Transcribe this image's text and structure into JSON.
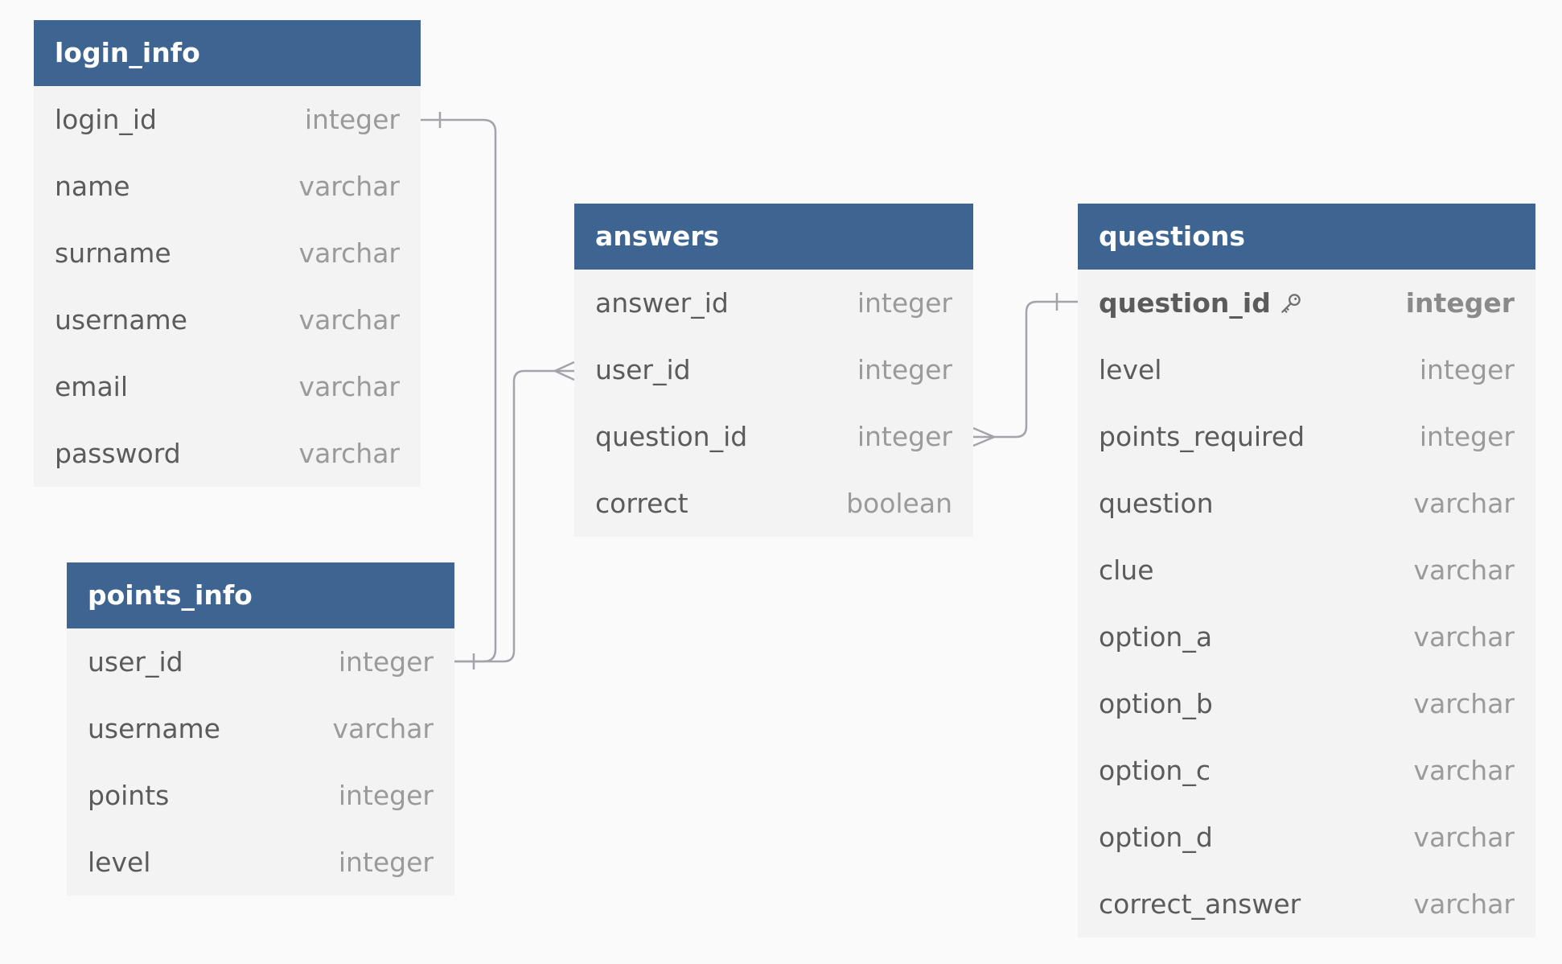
{
  "tables": {
    "login_info": {
      "name": "login_info",
      "columns": [
        {
          "name": "login_id",
          "type": "integer"
        },
        {
          "name": "name",
          "type": "varchar"
        },
        {
          "name": "surname",
          "type": "varchar"
        },
        {
          "name": "username",
          "type": "varchar"
        },
        {
          "name": "email",
          "type": "varchar"
        },
        {
          "name": "password",
          "type": "varchar"
        }
      ]
    },
    "points_info": {
      "name": "points_info",
      "columns": [
        {
          "name": "user_id",
          "type": "integer"
        },
        {
          "name": "username",
          "type": "varchar"
        },
        {
          "name": "points",
          "type": "integer"
        },
        {
          "name": "level",
          "type": "integer"
        }
      ]
    },
    "answers": {
      "name": "answers",
      "columns": [
        {
          "name": "answer_id",
          "type": "integer"
        },
        {
          "name": "user_id",
          "type": "integer"
        },
        {
          "name": "question_id",
          "type": "integer"
        },
        {
          "name": "correct",
          "type": "boolean"
        }
      ]
    },
    "questions": {
      "name": "questions",
      "columns": [
        {
          "name": "question_id",
          "type": "integer",
          "primary_key": true
        },
        {
          "name": "level",
          "type": "integer"
        },
        {
          "name": "points_required",
          "type": "integer"
        },
        {
          "name": "question",
          "type": "varchar"
        },
        {
          "name": "clue",
          "type": "varchar"
        },
        {
          "name": "option_a",
          "type": "varchar"
        },
        {
          "name": "option_b",
          "type": "varchar"
        },
        {
          "name": "option_c",
          "type": "varchar"
        },
        {
          "name": "option_d",
          "type": "varchar"
        },
        {
          "name": "correct_answer",
          "type": "varchar"
        }
      ]
    }
  },
  "relationships": [
    {
      "from": "login_info.login_id",
      "to": "points_info.user_id",
      "from_end": "one",
      "to_end": "one"
    },
    {
      "from": "points_info.user_id",
      "to": "answers.user_id",
      "from_end": "one",
      "to_end": "many"
    },
    {
      "from": "answers.question_id",
      "to": "questions.question_id",
      "from_end": "many",
      "to_end": "one"
    }
  ],
  "colors": {
    "header_bg": "#3e6592",
    "header_text": "#ffffff",
    "row_bg": "#f3f3f3",
    "column_name": "#5b5b5b",
    "column_type": "#9a9a9a",
    "connector": "#a3a3ab",
    "canvas_bg": "#fafafa"
  },
  "icons": {
    "primary_key": "key-icon"
  }
}
